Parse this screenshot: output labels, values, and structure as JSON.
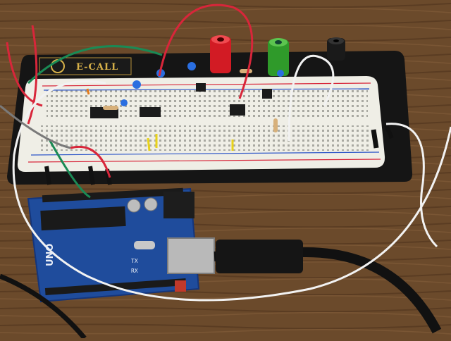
{
  "photo": {
    "breadboard_brand": "E-CALL",
    "board_markings": {
      "model": "UNO",
      "tx": "TX",
      "rx": "RX"
    }
  },
  "colors": {
    "table": "#6b4a2b",
    "breadboard": "#efeee6",
    "base_plate": "#141414",
    "arduino": "#1f4c9c",
    "usb_cable": "#111111",
    "wire_red": "#d8263a",
    "wire_green": "#1a8a55",
    "wire_white": "#f2f2f2",
    "post_red": "#d21b24",
    "post_green": "#2f9a2a",
    "post_black": "#1a1a1a"
  }
}
